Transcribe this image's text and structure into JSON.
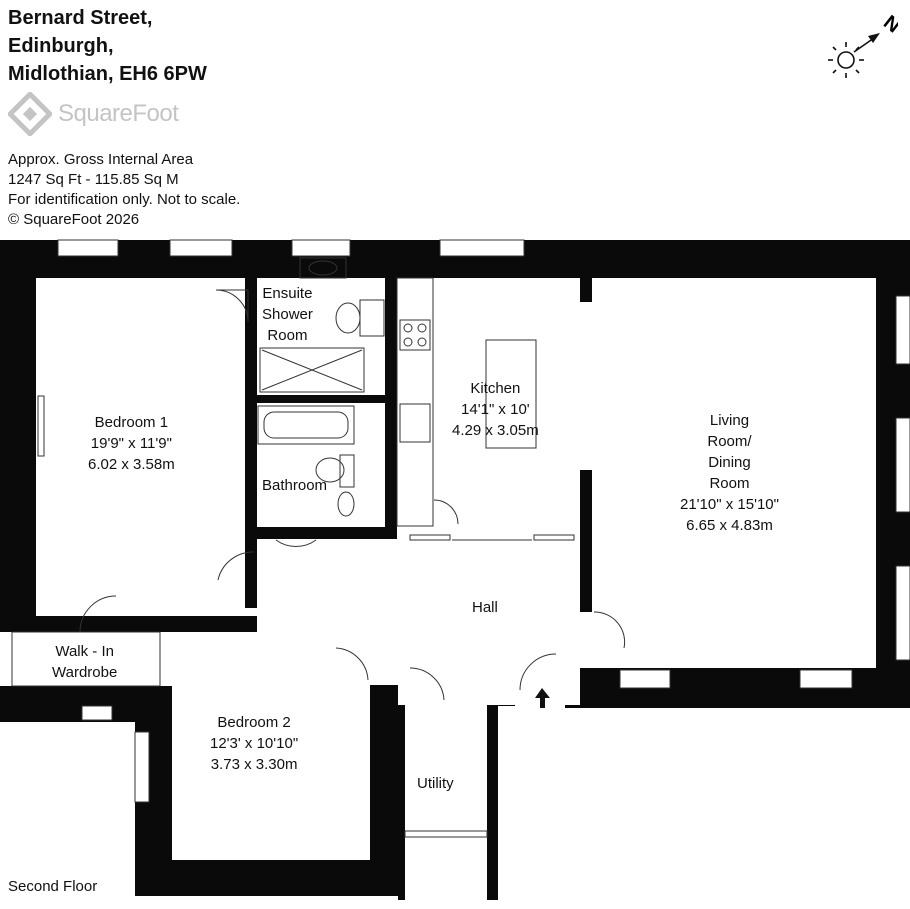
{
  "address": {
    "line1": "Bernard Street,",
    "line2": "Edinburgh,",
    "line3": "Midlothian, EH6 6PW"
  },
  "brand": {
    "logo_text": "SquareFoot",
    "color": "#c4c4c4"
  },
  "area_info": {
    "line1": "Approx. Gross Internal Area",
    "line2": "1247 Sq Ft  -  115.85 Sq M",
    "line3": "For identification only. Not to scale.",
    "line4": "© SquareFoot 2026"
  },
  "compass": {
    "label": "N",
    "icon": "sun-compass-icon"
  },
  "floor_label": "Second Floor",
  "rooms": {
    "bedroom1": {
      "name": "Bedroom 1",
      "imperial": "19'9\" x 11'9\"",
      "metric": "6.02 x 3.58m"
    },
    "ensuite": {
      "line1": "Ensuite",
      "line2": "Shower",
      "line3": "Room"
    },
    "bathroom": {
      "name": "Bathroom"
    },
    "kitchen": {
      "name": "Kitchen",
      "imperial": "14'1\" x 10'",
      "metric": "4.29 x 3.05m"
    },
    "living": {
      "line1": "Living",
      "line2": "Room/",
      "line3": "Dining",
      "line4": "Room",
      "imperial": "21'10\" x 15'10\"",
      "metric": "6.65 x 4.83m"
    },
    "hall": {
      "name": "Hall"
    },
    "wardrobe": {
      "line1": "Walk - In",
      "line2": "Wardrobe"
    },
    "bedroom2": {
      "name": "Bedroom 2",
      "imperial": "12'3' x 10'10\"",
      "metric": "3.73 x 3.30m"
    },
    "utility": {
      "name": "Utility"
    }
  },
  "colors": {
    "wall": "#0a0a0a",
    "line": "#333333"
  }
}
